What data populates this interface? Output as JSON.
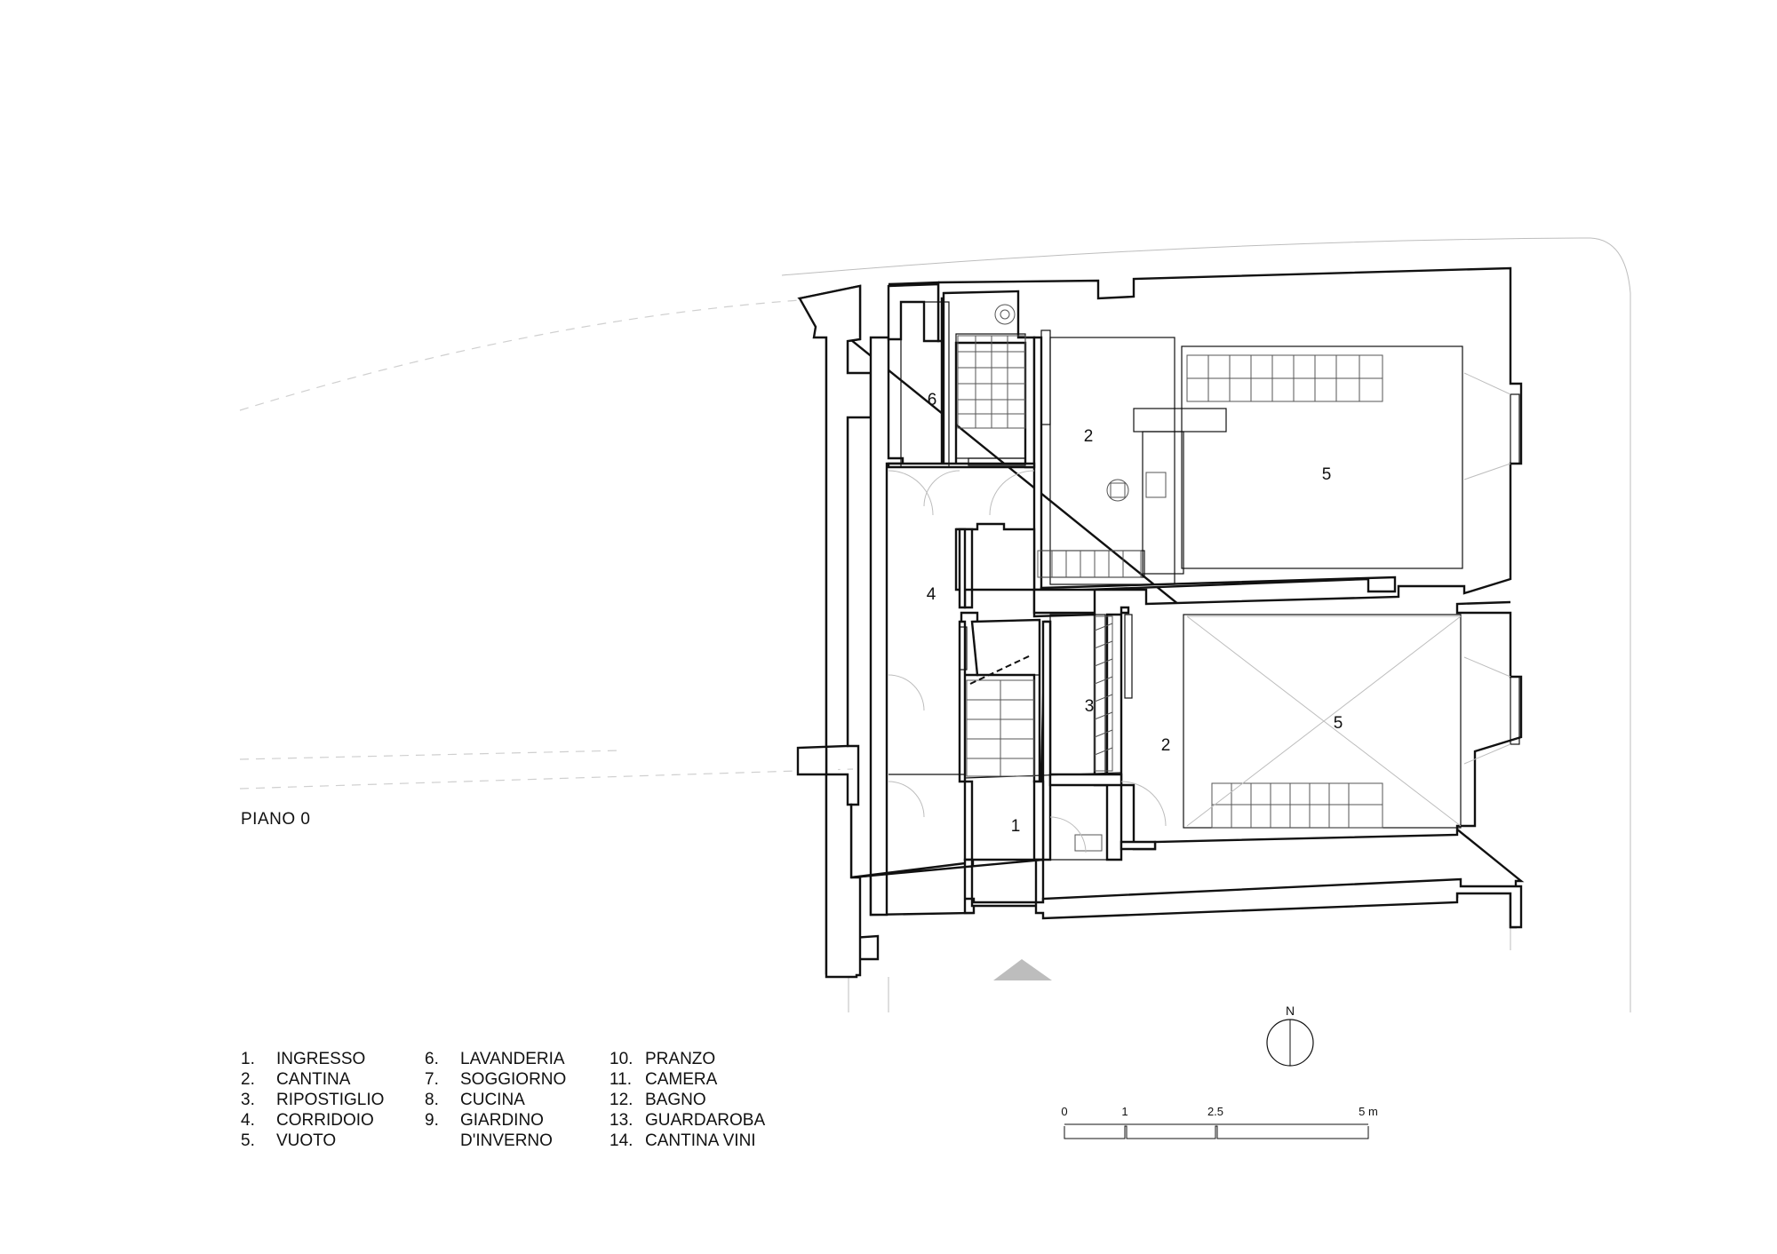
{
  "plan_title": "PIANO  0",
  "room_labels": [
    "1",
    "2",
    "2",
    "3",
    "4",
    "5",
    "5",
    "6"
  ],
  "legend": {
    "col1": [
      {
        "num": "1.",
        "label": "INGRESSO"
      },
      {
        "num": "2.",
        "label": "CANTINA"
      },
      {
        "num": "3.",
        "label": "RIPOSTIGLIO"
      },
      {
        "num": "4.",
        "label": "CORRIDOIO"
      },
      {
        "num": "5.",
        "label": "VUOTO"
      }
    ],
    "col2": [
      {
        "num": "6.",
        "label": "LAVANDERIA"
      },
      {
        "num": "7.",
        "label": "SOGGIORNO"
      },
      {
        "num": "8.",
        "label": "CUCINA"
      },
      {
        "num": "9.",
        "label": "GIARDINO"
      },
      {
        "num": "",
        "label": "D'INVERNO"
      }
    ],
    "col3": [
      {
        "num": "10.",
        "label": "PRANZO"
      },
      {
        "num": "11.",
        "label": "CAMERA"
      },
      {
        "num": "12.",
        "label": "BAGNO"
      },
      {
        "num": "13.",
        "label": "GUARDAROBA"
      },
      {
        "num": "14.",
        "label": "CANTINA VINI"
      }
    ]
  },
  "scale_bar": {
    "labels": [
      "0",
      "1",
      "2.5",
      "5 m"
    ]
  },
  "north_arrow": {
    "label": "N",
    "icon": "north-arrow-icon"
  },
  "entrance_marker": {
    "icon": "entrance-triangle-icon",
    "color": "#bdbdbd"
  }
}
